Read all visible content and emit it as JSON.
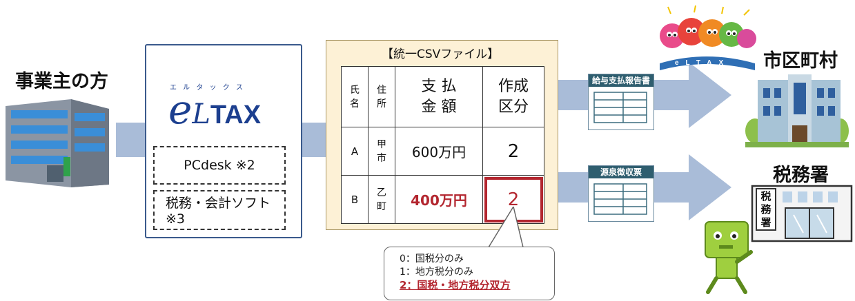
{
  "left": {
    "title": "事業主の方"
  },
  "eltax": {
    "logo_small": "エ ル タ ッ ク ス",
    "logo_e": "e",
    "logo_l": "L",
    "logo_tax": "TAX",
    "option1": "PCdesk ※2",
    "option2_line1": "税務・会計ソフト",
    "option2_line2": "※3"
  },
  "csv": {
    "title": "【統一CSVファイル】",
    "headers": [
      "氏\n名",
      "住\n所",
      "支 払\n金 額",
      "作成\n区分"
    ],
    "rows": [
      {
        "name": "A",
        "address": "甲\n市",
        "amount": "600万円",
        "category": "2"
      },
      {
        "name": "B",
        "address": "乙\n町",
        "amount": "400万円",
        "category": "2"
      }
    ]
  },
  "docs": {
    "doc1": "給与支払報告書",
    "doc2": "源泉徴収票"
  },
  "right": {
    "dest1": "市区町村",
    "dest2": "税務署",
    "tax_office_sign": "税\n務\n署",
    "mascot_letters": "eLTAX"
  },
  "note": {
    "line0": "0：国税分のみ",
    "line1": "1：地方税分のみ",
    "line2": "2：国税・地方税分双方"
  },
  "colors": {
    "accent_red": "#b3262f",
    "arrow_blue": "#a9bcd8",
    "panel_border": "#3a5a8c",
    "csv_bg": "#fdf1d6"
  }
}
